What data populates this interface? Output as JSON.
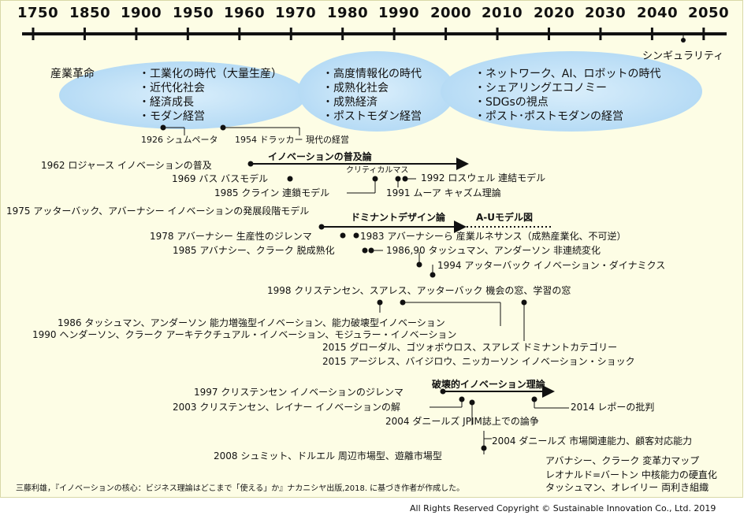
{
  "timeline": {
    "years": [
      "1750",
      "1850",
      "1900",
      "1950",
      "1960",
      "1970",
      "1980",
      "1990",
      "2000",
      "2010",
      "2020",
      "2030",
      "2040",
      "2050"
    ],
    "singularity": "シンギュラリティ"
  },
  "eras": {
    "industrial_revolution": "産業革命",
    "era1": [
      "・工業化の時代（大量生産）",
      "・近代化社会",
      "・経済成長",
      "・モダン経営"
    ],
    "era2": [
      "・高度情報化の時代",
      "・成熟化社会",
      "・成熟経済",
      "・ポストモダン経営"
    ],
    "era3": [
      "・ネットワーク、AI、ロボットの時代",
      "・シェアリングエコノミー",
      "・SDGsの視点",
      "・ポスト･ポストモダンの経営"
    ]
  },
  "events": {
    "schumpeter": "1926 シュムペータ",
    "drucker": "1954 ドラッカー 現代の経営",
    "diffusion_heading": "イノベーションの普及論",
    "rogers": "1962 ロジャース イノベーションの普及",
    "critical_mass": "クリティカルマス",
    "bass": "1969 バス バスモデル",
    "rothwell": "1992 ロスウェル 連結モデル",
    "kline": "1985 クライン 連鎖モデル",
    "moore": "1991 ムーア キャズム理論",
    "utterback_1975": "1975 アッターバック、アバーナシー イノベーションの発展段階モデル",
    "dominant_design_heading": "ドミナントデザイン論",
    "au_model_heading": "A-Uモデル図",
    "abernathy_1978": "1978 アバーナシー 生産性のジレンマ",
    "abernathy_1983": "1983 アバーナシーら 産業ルネサンス（成熟産業化、不可逆）",
    "abernathy_clark": "1985 アバナシー、クラーク 脱成熟化",
    "tushman_1986_90": "1986,90 タッシュマン、アンダーソン 非連続変化",
    "utterback_1994": "1994 アッターバック イノベーション・ダイナミクス",
    "christensen_1998": "1998 クリステンセン、スアレス、アッターバック 機会の窓、学習の窓",
    "tushman_1986": "1986 タッシュマン、アンダーソン 能力増強型イノベーション、能力破壊型イノベーション",
    "henderson_1990": "1990 ヘンダーソン、クラーク アーキテクチュアル・イノベーション、モジュラー・イノベーション",
    "grodal_2015": "2015 グローダル、ゴツォボウロス、スアレズ ドミナントカテゴリー",
    "argyres_2015": "2015 アージレス、バイジロウ、ニッカーソン イノベーション・ショック",
    "disruptive_heading": "破壊的イノベーション理論",
    "christensen_1997": "1997 クリステンセン イノベーションのジレンマ",
    "christensen_raynor_2003": "2003 クリステンセン、レイナー イノベーションの解",
    "lepore_2014": "2014 レポーの批判",
    "danneels_jpim_2004": "2004 ダニールズ JPIM誌上での論争",
    "danneels_2004": "2004 ダニールズ 市場関連能力、顧客対応能力",
    "schmidt_2008": "2008 シュミット、ドルエル 周辺市場型、遊離市場型",
    "abernathy_map": "アバナシー、クラーク 変革力マップ",
    "leonard_barton": "レオナルド=バートン 中核能力の硬直化",
    "tushman_oreilly": "タッシュマン、オレイリー 両利き組織"
  },
  "footer": {
    "source": "三藤利雄，『イノベーションの核心：ビジネス理論はどこまで「使える」か』ナカニシヤ出版,2018. に基づき作者が作成した。",
    "copyright": "All Rights Reserved Copyright © Sustainable Innovation Co., Ltd. 2019"
  },
  "colors": {
    "background": "#fdfde5",
    "ellipse": "#bfe0f6",
    "ink": "#111111"
  }
}
